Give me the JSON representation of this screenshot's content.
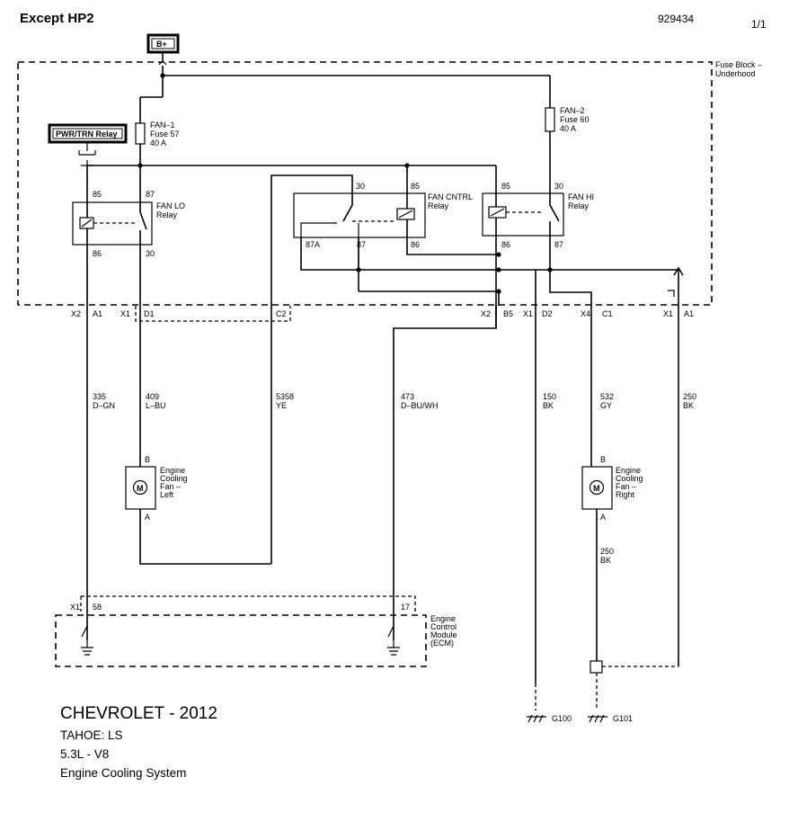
{
  "header": {
    "left": "Except HP2",
    "center": "929434",
    "page": "1/1"
  },
  "power": {
    "label": "B+"
  },
  "fuse_block": {
    "label_1": "Fuse Block –",
    "label_2": "Underhood"
  },
  "pwr_relay": {
    "label": "PWR/TRN Relay"
  },
  "fuses": [
    {
      "l1": "FAN–1",
      "l2": "Fuse 57",
      "l3": "40 A"
    },
    {
      "l1": "FAN–2",
      "l2": "Fuse 60",
      "l3": "40 A"
    }
  ],
  "relays": {
    "fan_lo": {
      "l1": "FAN LO",
      "l2": "Relay",
      "p85": "85",
      "p87": "87",
      "p86": "86",
      "p30": "30"
    },
    "fan_cntrl": {
      "l1": "FAN CNTRL",
      "l2": "Relay",
      "p30": "30",
      "p85": "85",
      "p87a": "87A",
      "p87": "87",
      "p86": "86"
    },
    "fan_hi": {
      "l1": "FAN HI",
      "l2": "Relay",
      "p85": "85",
      "p30": "30",
      "p86": "86",
      "p87": "87"
    }
  },
  "connectors": {
    "x2a1_conn": "X2",
    "x2a1_pin": "A1",
    "x1d1_conn": "X1",
    "x1d1_pin": "D1",
    "c2": "C2",
    "x2b5_conn": "X2",
    "x2b5_pin": "B5",
    "x1d2_conn": "X1",
    "x1d2_pin": "D2",
    "x4c1_conn": "X4",
    "x4c1_pin": "C1",
    "x1a1_conn": "X1",
    "x1a1_pin": "A1",
    "ecm_conn": "X1",
    "ecm_pin58": "58",
    "ecm_pin17": "17"
  },
  "wires": [
    {
      "num": "335",
      "color": "D–GN"
    },
    {
      "num": "409",
      "color": "L–BU"
    },
    {
      "num": "5358",
      "color": "YE"
    },
    {
      "num": "473",
      "color": "D–BU/WH"
    },
    {
      "num": "150",
      "color": "BK"
    },
    {
      "num": "532",
      "color": "GY"
    },
    {
      "num": "250",
      "color": "BK"
    },
    {
      "num": "250",
      "color": "BK"
    }
  ],
  "motors": {
    "left": {
      "l1": "Engine",
      "l2": "Cooling",
      "l3": "Fan –",
      "l4": "Left",
      "pin_b": "B",
      "pin_a": "A",
      "symbol": "M"
    },
    "right": {
      "l1": "Engine",
      "l2": "Cooling",
      "l3": "Fan –",
      "l4": "Right",
      "pin_b": "B",
      "pin_a": "A",
      "symbol": "M"
    }
  },
  "ecm": {
    "l1": "Engine",
    "l2": "Control",
    "l3": "Module",
    "l4": "(ECM)"
  },
  "grounds": {
    "g100": "G100",
    "g101": "G101"
  },
  "vehicle": {
    "make_year": "CHEVROLET - 2012",
    "model": "TAHOE: LS",
    "engine": "5.3L - V8",
    "system": "Engine Cooling System"
  }
}
